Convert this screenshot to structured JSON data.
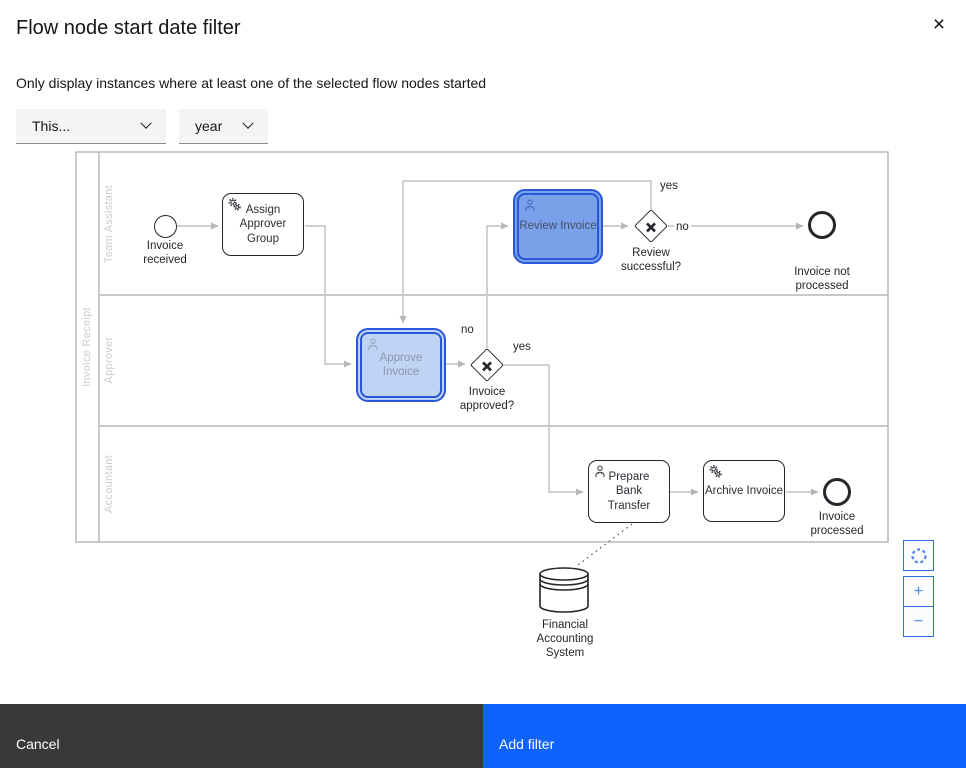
{
  "dialog": {
    "title": "Flow node start date filter",
    "close_icon": "×",
    "description": "Only display instances where at least one of the selected flow nodes started"
  },
  "filters": {
    "period_dropdown": {
      "value": "This..."
    },
    "unit_dropdown": {
      "value": "year"
    }
  },
  "diagram": {
    "pool_label": "Invoice Receipt",
    "lanes": [
      {
        "label": "Team Assistant"
      },
      {
        "label": "Approver"
      },
      {
        "label": "Accountant"
      }
    ],
    "nodes": {
      "start_event": {
        "label": "Invoice\nreceived"
      },
      "assign_approver_task": {
        "label": "Assign\nApprover Group",
        "type": "service-task"
      },
      "review_invoice_task": {
        "label": "Review Invoice",
        "type": "user-task",
        "state": "selected"
      },
      "review_successful_gateway": {
        "label": "Review\nsuccessful?"
      },
      "invoice_not_processed_end": {
        "label": "Invoice not\nprocessed"
      },
      "approve_invoice_task": {
        "label": "Approve\nInvoice",
        "type": "user-task",
        "state": "selected"
      },
      "invoice_approved_gateway": {
        "label": "Invoice\napproved?"
      },
      "prepare_bank_transfer_task": {
        "label": "Prepare\nBank\nTransfer",
        "type": "user-task"
      },
      "archive_invoice_task": {
        "label": "Archive Invoice",
        "type": "service-task"
      },
      "invoice_processed_end": {
        "label": "Invoice\nprocessed"
      },
      "financial_accounting_datastore": {
        "label": "Financial\nAccounting\nSystem"
      }
    },
    "edge_labels": {
      "review_yes": "yes",
      "review_no": "no",
      "approved_no": "no",
      "approved_yes": "yes"
    }
  },
  "zoom_controls": {
    "zoom_in": "+",
    "zoom_out": "−"
  },
  "footer": {
    "cancel": "Cancel",
    "add_filter": "Add filter"
  },
  "colors": {
    "primary_blue": "#0f62fe",
    "secondary_dark": "#393939",
    "selected_fill_strong": "#79a1e9",
    "selected_fill_light": "#bfd3f4",
    "selected_border": "#2857d8",
    "flow_gray": "#c9cacc"
  }
}
